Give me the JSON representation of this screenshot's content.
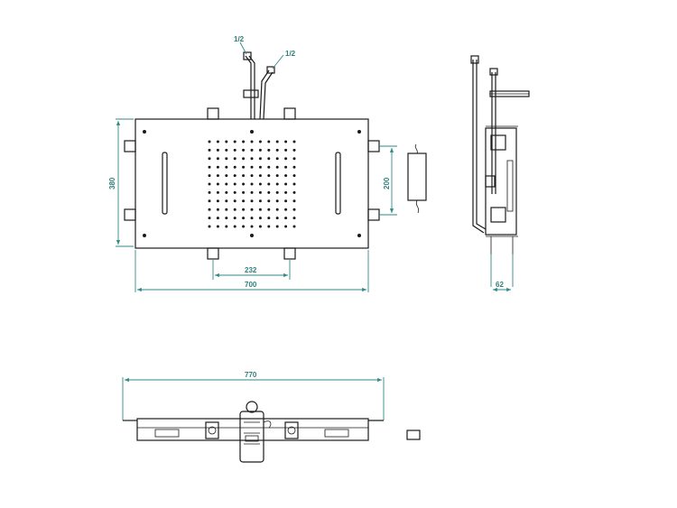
{
  "drawing": {
    "colors": {
      "line": "#1a1a1a",
      "dimension": "#2f8a86",
      "background": "#ffffff"
    },
    "front_view": {
      "inlet_label_left": "1/2",
      "inlet_label_right": "1/2",
      "height_dim": "380",
      "inner_height_dim": "200",
      "bracket_spacing_dim": "232",
      "width_dim": "700"
    },
    "side_view": {
      "depth_dim": "62"
    },
    "bottom_view": {
      "overall_width_dim": "770"
    }
  }
}
